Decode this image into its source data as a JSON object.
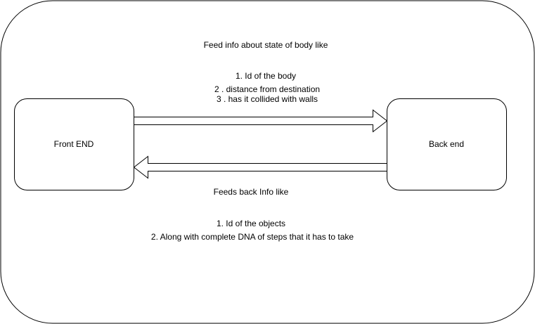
{
  "diagram": {
    "container": {
      "label": ""
    },
    "front_end": {
      "label": "Front END"
    },
    "back_end": {
      "label": "Back end"
    },
    "forward_flow": {
      "heading": "Feed info about state of body like",
      "items": [
        "1. Id of the body",
        "2 . distance from destination",
        "3 . has it collided with walls"
      ]
    },
    "return_flow": {
      "heading": "Feeds back Info like",
      "items": [
        "1. Id of the objects",
        "2. Along with complete DNA of steps that it has to take"
      ]
    }
  },
  "colors": {
    "stroke": "#000000",
    "fill": "#ffffff",
    "text": "#000000"
  }
}
